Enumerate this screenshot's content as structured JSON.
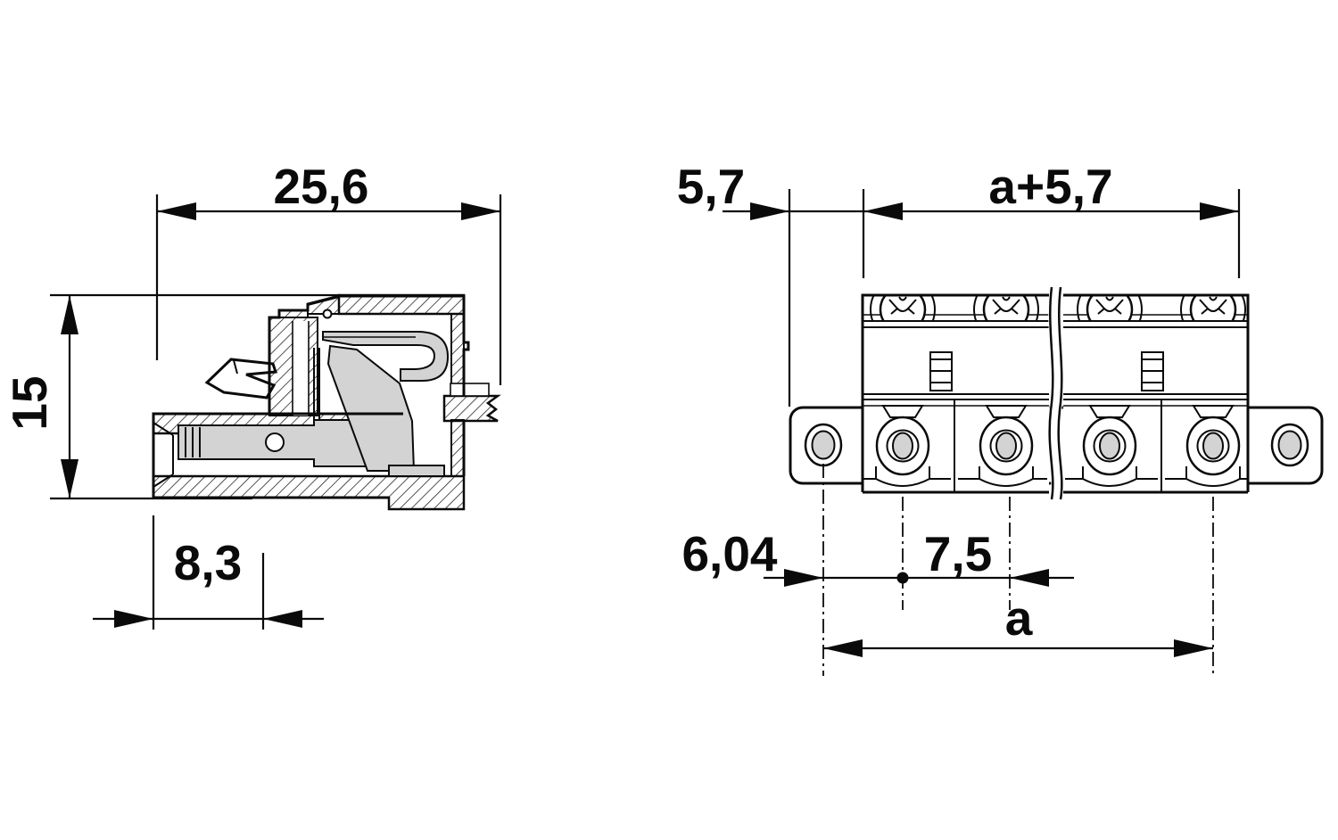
{
  "drawing": {
    "kind": "connector-dimensional-drawing",
    "colors": {
      "line": "#0a0a0a",
      "gray_fill": "#d3d3d3",
      "background": "#ffffff"
    },
    "side_view": {
      "width_dim": "25,6",
      "height_dim": "15",
      "depth_dim": "8,3"
    },
    "front_view": {
      "left_offset_dim": "5,7",
      "overall_dim": "a+5,7",
      "hole_offset_dim": "6,04",
      "pitch_dim": "7,5",
      "span_dim": "a"
    }
  }
}
